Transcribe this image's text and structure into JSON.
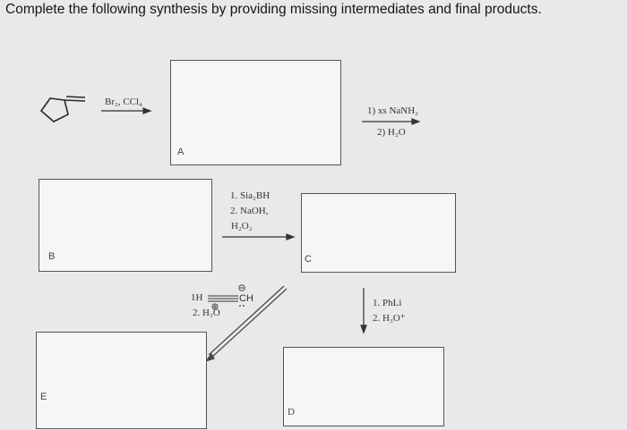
{
  "header": {
    "instruction": "Complete the following synthesis by providing missing intermediates and final products."
  },
  "labels": {
    "A": "A",
    "B": "B",
    "C": "C",
    "D": "D",
    "E": "E"
  },
  "reagents": {
    "step1": "Br₂, CCl₄",
    "step2_line1": "1) xs NaNH₂",
    "step2_line2": "2) H₂O",
    "step3_line1": "1. Sia₂BH",
    "step3_line2": "2. NaOH,",
    "step3_line3": "H₂O₂",
    "step4_line1": "1H",
    "step4_anion_c": "C",
    "step4_anion_h": "H",
    "step4_line2": "2. H₃O",
    "step5_line1": "1. PhLi",
    "step5_line2": "2. H₃O⁺"
  },
  "colors": {
    "background": "#e9e8ea",
    "box_fill": "#f6f6f7",
    "box_border": "#555555"
  }
}
